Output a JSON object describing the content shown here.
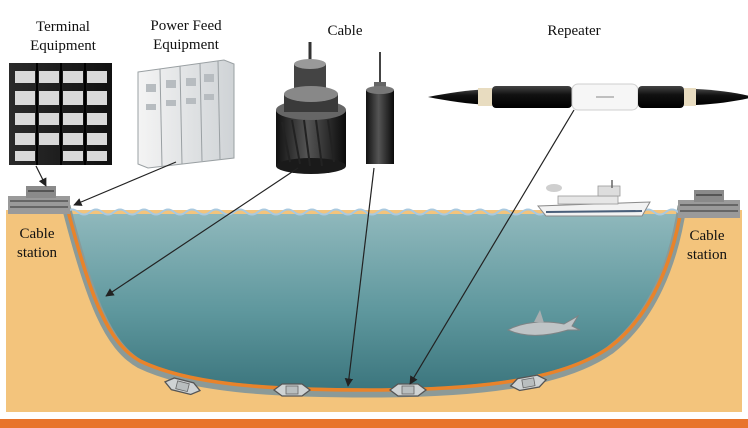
{
  "labels": {
    "terminal_line1": "Terminal",
    "terminal_line2": "Equipment",
    "power_line1": "Power Feed",
    "power_line2": "Equipment",
    "cable": "Cable",
    "repeater": "Repeater",
    "left_station_line1": "Cable",
    "left_station_line2": "station",
    "right_station_line1": "Cable",
    "right_station_line2": "station"
  },
  "colors": {
    "sand": "#f3c47c",
    "water_light": "#86b1b6",
    "water_dark": "#3f7d85",
    "cable": "#e9832a",
    "seabed_edge": "#8b9a98",
    "bottom_bar": "#e8742c",
    "arrow": "#222222"
  },
  "icons": [
    "terminal-rack-icon",
    "power-cabinet-icon",
    "armored-cable-icon",
    "light-cable-icon",
    "repeater-icon",
    "ship-icon",
    "shark-icon",
    "cable-station-building-icon"
  ]
}
